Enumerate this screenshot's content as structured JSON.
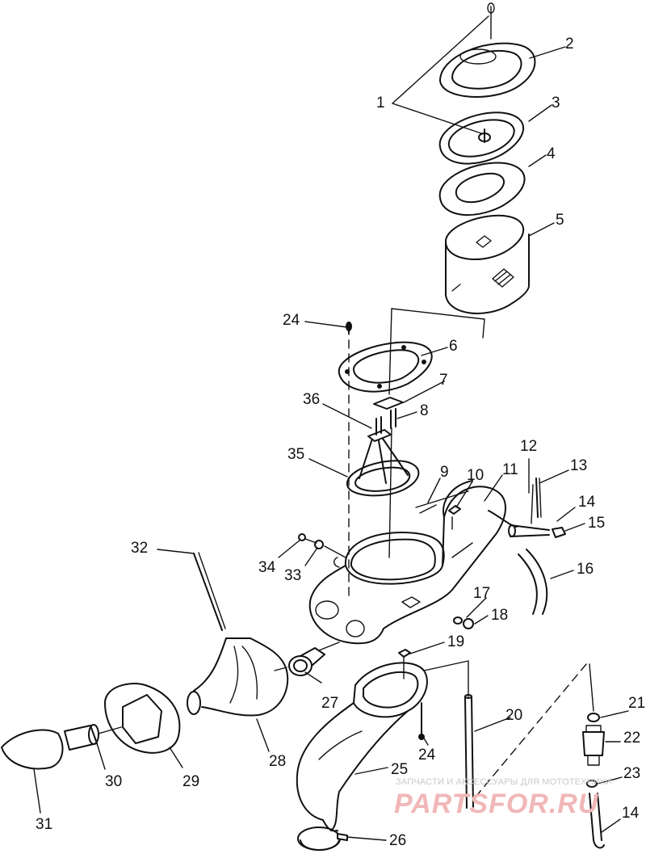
{
  "diagram": {
    "callouts": [
      "1",
      "2",
      "3",
      "4",
      "5",
      "6",
      "7",
      "8",
      "9",
      "10",
      "11",
      "12",
      "13",
      "14",
      "14",
      "15",
      "16",
      "17",
      "18",
      "19",
      "20",
      "21",
      "22",
      "23",
      "24",
      "24",
      "25",
      "26",
      "27",
      "28",
      "29",
      "30",
      "31",
      "32",
      "33",
      "34",
      "35",
      "36"
    ]
  },
  "watermark": {
    "tagline": "ЗАПЧАСТИ И АКСЕССУАРЫ ДЛЯ МОТОТЕХНИКИ",
    "logo": "PARTSFOR.RU",
    "logo_color": "#f1b7b7"
  }
}
